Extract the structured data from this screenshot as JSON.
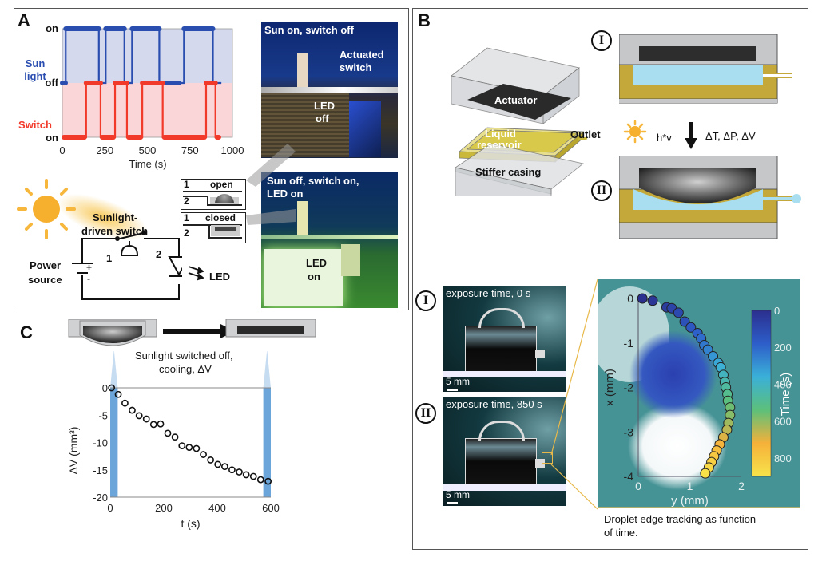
{
  "panels": {
    "A": {
      "letter": "A",
      "timing_chart": {
        "sun_label": "Sun\nlight",
        "sun_label_line1": "Sun",
        "sun_label_line2": "light",
        "switch_label": "Switch",
        "y_top": "on",
        "y_mid": "off",
        "y_bottom": "on",
        "xlabel": "Time (s)",
        "xticks": [
          "0",
          "250",
          "500",
          "750",
          "1000"
        ],
        "colors": {
          "sun": "#2a4db0",
          "switch": "#f23a2a",
          "sun_bg": "#d4d9ee",
          "switch_bg": "#fbd6d8"
        }
      },
      "photo_top": {
        "title": "Sun on, switch off",
        "label_switch_1": "Actuated",
        "label_switch_2": "switch",
        "label_led_1": "LED",
        "label_led_2": "off"
      },
      "photo_bottom": {
        "title_1": "Sun off, switch on,",
        "title_2": "LED on",
        "label_led_1": "LED",
        "label_led_2": "on"
      },
      "switch_states": {
        "open": {
          "n1": "1",
          "n2": "2",
          "label": "open"
        },
        "closed": {
          "n1": "1",
          "n2": "2",
          "label": "closed"
        }
      },
      "circuit": {
        "switch_label_1": "Sunlight-",
        "switch_label_2": "driven switch",
        "node1": "1",
        "node2": "2",
        "power_1": "Power",
        "power_2": "source",
        "plus": "+",
        "minus": "-",
        "led": "LED"
      }
    },
    "B": {
      "letter": "B",
      "exploded": {
        "actuator": "Actuator",
        "liquid_1": "Liquid",
        "liquid_2": "reservoir",
        "outlet": "Outlet",
        "casing": "Stiffer casing"
      },
      "cross_section": {
        "state_1": "I",
        "state_2": "II",
        "light": "h*v",
        "deltas": "ΔT, ΔP, ΔV"
      },
      "photos": {
        "top_label": "exposure time, 0 s",
        "bottom_label": "exposure time, 850 s",
        "scale": "5 mm",
        "state_1": "I",
        "state_2": "II"
      },
      "tracking_caption_1": "Droplet edge tracking as function",
      "tracking_caption_2": "of time."
    },
    "C": {
      "letter": "C",
      "caption_1": "Sunlight switched off,",
      "caption_2": "cooling, ΔV"
    }
  },
  "chart_data": [
    {
      "id": "A-timing",
      "type": "line",
      "title": "",
      "xlabel": "Time (s)",
      "ylabel": "",
      "xlim": [
        0,
        1000
      ],
      "xticks": [
        0,
        250,
        500,
        750,
        1000
      ],
      "series": [
        {
          "name": "Sun light",
          "color": "#2a4db0",
          "segments_on": [
            [
              20,
              215
            ],
            [
              255,
              365
            ],
            [
              410,
              570
            ],
            [
              715,
              885
            ]
          ],
          "range": [
            0,
            935
          ]
        },
        {
          "name": "Switch",
          "color": "#f23a2a",
          "segments_off": [
            [
              140,
              225
            ],
            [
              310,
              380
            ],
            [
              470,
              590
            ],
            [
              845,
              900
            ]
          ],
          "range": [
            0,
            920
          ]
        }
      ]
    },
    {
      "id": "B-tracking",
      "type": "scatter",
      "xlabel": "y (mm)",
      "ylabel": "x (mm)",
      "xlim": [
        0,
        2
      ],
      "ylim": [
        -4,
        0
      ],
      "xticks": [
        0,
        1,
        2
      ],
      "yticks": [
        0,
        -1,
        -2,
        -3,
        -4
      ],
      "colorbar": {
        "label": "Time (s)",
        "ticks": [
          0,
          200,
          400,
          600,
          800
        ],
        "range": [
          0,
          900
        ]
      },
      "points": [
        {
          "y": 0.08,
          "x": 0.0,
          "t": 0
        },
        {
          "y": 0.28,
          "x": -0.05,
          "t": 25
        },
        {
          "y": 0.55,
          "x": -0.2,
          "t": 55
        },
        {
          "y": 0.65,
          "x": -0.22,
          "t": 75
        },
        {
          "y": 0.78,
          "x": -0.32,
          "t": 100
        },
        {
          "y": 0.9,
          "x": -0.52,
          "t": 130
        },
        {
          "y": 1.02,
          "x": -0.65,
          "t": 155
        },
        {
          "y": 1.15,
          "x": -0.78,
          "t": 185
        },
        {
          "y": 1.22,
          "x": -0.9,
          "t": 210
        },
        {
          "y": 1.28,
          "x": -1.05,
          "t": 235
        },
        {
          "y": 1.35,
          "x": -1.15,
          "t": 260
        },
        {
          "y": 1.45,
          "x": -1.3,
          "t": 300
        },
        {
          "y": 1.55,
          "x": -1.45,
          "t": 340
        },
        {
          "y": 1.6,
          "x": -1.55,
          "t": 370
        },
        {
          "y": 1.65,
          "x": -1.72,
          "t": 410
        },
        {
          "y": 1.68,
          "x": -1.88,
          "t": 440
        },
        {
          "y": 1.7,
          "x": -2.0,
          "t": 470
        },
        {
          "y": 1.73,
          "x": -2.15,
          "t": 500
        },
        {
          "y": 1.74,
          "x": -2.3,
          "t": 530
        },
        {
          "y": 1.78,
          "x": -2.45,
          "t": 560
        },
        {
          "y": 1.78,
          "x": -2.62,
          "t": 590
        },
        {
          "y": 1.75,
          "x": -2.8,
          "t": 620
        },
        {
          "y": 1.72,
          "x": -2.95,
          "t": 650
        },
        {
          "y": 1.65,
          "x": -3.12,
          "t": 690
        },
        {
          "y": 1.58,
          "x": -3.28,
          "t": 730
        },
        {
          "y": 1.52,
          "x": -3.42,
          "t": 770
        },
        {
          "y": 1.47,
          "x": -3.55,
          "t": 800
        },
        {
          "y": 1.42,
          "x": -3.68,
          "t": 830
        },
        {
          "y": 1.37,
          "x": -3.8,
          "t": 860
        },
        {
          "y": 1.3,
          "x": -3.93,
          "t": 890
        }
      ]
    },
    {
      "id": "C-cooling",
      "type": "scatter",
      "xlabel": "t (s)",
      "ylabel": "ΔV (mm³)",
      "xlim": [
        0,
        600
      ],
      "ylim": [
        -20,
        0
      ],
      "xticks": [
        0,
        200,
        400,
        600
      ],
      "yticks": [
        0,
        -5,
        -10,
        -15,
        -20
      ],
      "highlight_bands": [
        [
          0,
          28
        ],
        [
          572,
          600
        ]
      ],
      "band_color": "#5b9bd5",
      "x": [
        5,
        30,
        55,
        82,
        108,
        135,
        162,
        188,
        215,
        242,
        268,
        295,
        322,
        348,
        375,
        402,
        428,
        455,
        482,
        508,
        535,
        562,
        590
      ],
      "y": [
        0,
        -1.2,
        -2.8,
        -4.1,
        -5.1,
        -5.7,
        -6.7,
        -6.6,
        -8.3,
        -9.0,
        -10.6,
        -10.9,
        -11.1,
        -12.2,
        -13.2,
        -14.0,
        -14.4,
        -15.0,
        -15.4,
        -15.9,
        -16.2,
        -16.8,
        -17.1
      ]
    }
  ]
}
